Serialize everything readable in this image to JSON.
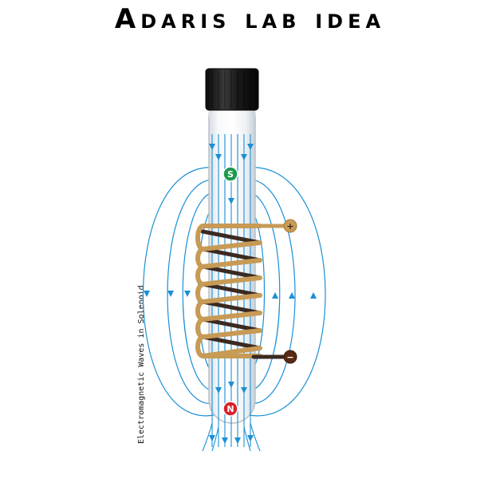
{
  "title": "Adaris lab idea",
  "side_label": "Electromagnetic Waves in Solenoid",
  "poles": {
    "top": "S",
    "bottom": "N"
  },
  "terminals": {
    "positive": "+",
    "negative": "−"
  },
  "colors": {
    "field_lines": "#1a8fd6",
    "coil_front": "#c79a55",
    "coil_back": "#3b2a22",
    "south_pole": "#1e9a4a",
    "north_pole": "#d8202a",
    "positive_terminal": "#c79a55",
    "negative_terminal": "#5a2a16",
    "cap": "#1c1c1c"
  }
}
